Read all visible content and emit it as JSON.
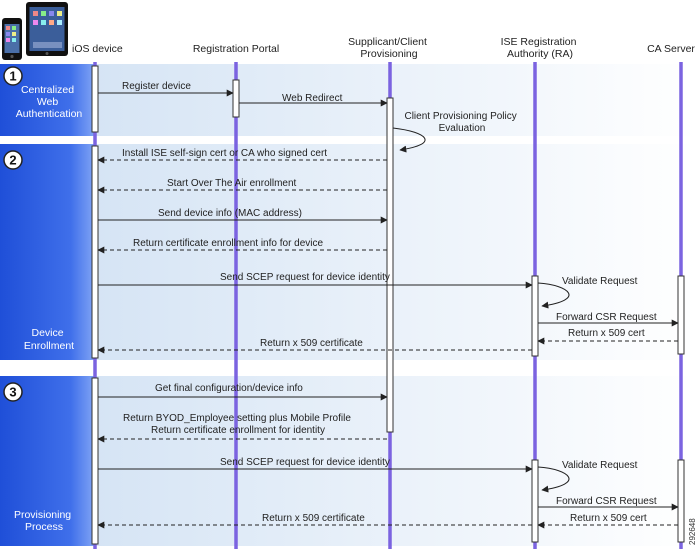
{
  "participants": [
    {
      "id": "ios",
      "label": [
        "iOS device"
      ]
    },
    {
      "id": "portal",
      "label": [
        "Registration Portal"
      ]
    },
    {
      "id": "supp",
      "label": [
        "Supplicant/Client",
        "Provisioning"
      ]
    },
    {
      "id": "ise",
      "label": [
        "ISE Registration",
        "Authority (RA)"
      ]
    },
    {
      "id": "ca",
      "label": [
        "CA Server"
      ]
    }
  ],
  "phases": [
    {
      "number": "1",
      "label": [
        "Centralized",
        "Web",
        "Authentication"
      ]
    },
    {
      "number": "2",
      "label": [
        "Device",
        "Enrollment"
      ]
    },
    {
      "number": "3",
      "label": [
        "Provisioning",
        "Process"
      ]
    }
  ],
  "messages": [
    {
      "id": "m1",
      "text": [
        "Register device"
      ],
      "from": "ios",
      "to": "portal",
      "style": "solid"
    },
    {
      "id": "m2",
      "text": [
        "Web Redirect"
      ],
      "from": "portal",
      "to": "supp",
      "style": "solid"
    },
    {
      "id": "m3",
      "text": [
        "Client Provisioning Policy",
        "Evaluation"
      ],
      "from": "supp",
      "to": "supp",
      "style": "self"
    },
    {
      "id": "m4",
      "text": [
        "Install ISE self-sign cert or CA who signed cert"
      ],
      "from": "supp",
      "to": "ios",
      "style": "dashed"
    },
    {
      "id": "m5",
      "text": [
        "Start Over The Air enrollment"
      ],
      "from": "supp",
      "to": "ios",
      "style": "dashed"
    },
    {
      "id": "m6",
      "text": [
        "Send device info (MAC address)"
      ],
      "from": "ios",
      "to": "supp",
      "style": "solid"
    },
    {
      "id": "m7",
      "text": [
        "Return certificate enrollment info for device"
      ],
      "from": "supp",
      "to": "ios",
      "style": "dashed"
    },
    {
      "id": "m8",
      "text": [
        "Send SCEP request for device identity"
      ],
      "from": "ios",
      "to": "ise",
      "style": "solid"
    },
    {
      "id": "m9",
      "text": [
        "Validate Request"
      ],
      "from": "ise",
      "to": "ise",
      "style": "self"
    },
    {
      "id": "m10",
      "text": [
        "Forward CSR Request"
      ],
      "from": "ise",
      "to": "ca",
      "style": "solid"
    },
    {
      "id": "m11",
      "text": [
        "Return x 509 cert"
      ],
      "from": "ca",
      "to": "ise",
      "style": "dashed"
    },
    {
      "id": "m12",
      "text": [
        "Return x 509 certificate"
      ],
      "from": "ise",
      "to": "ios",
      "style": "dashed"
    },
    {
      "id": "m13",
      "text": [
        "Get final configuration/device info"
      ],
      "from": "ios",
      "to": "supp",
      "style": "solid"
    },
    {
      "id": "m14",
      "text": [
        "Return BYOD_Employee setting plus Mobile Profile",
        "Return certificate enrollment for identity"
      ],
      "from": "supp",
      "to": "ios",
      "style": "dashed"
    },
    {
      "id": "m15",
      "text": [
        "Send SCEP request for device identity"
      ],
      "from": "ios",
      "to": "ise",
      "style": "solid"
    },
    {
      "id": "m16",
      "text": [
        "Validate Request"
      ],
      "from": "ise",
      "to": "ise",
      "style": "self"
    },
    {
      "id": "m17",
      "text": [
        "Forward CSR Request"
      ],
      "from": "ise",
      "to": "ca",
      "style": "solid"
    },
    {
      "id": "m18",
      "text": [
        "Return x 509 cert"
      ],
      "from": "ca",
      "to": "ise",
      "style": "dashed"
    },
    {
      "id": "m19",
      "text": [
        "Return x 509 certificate"
      ],
      "from": "ise",
      "to": "ios",
      "style": "dashed"
    }
  ],
  "figure_id": "292648",
  "colors": {
    "lifeline": "#7b63e0",
    "phase_blue": "#1f4fd8",
    "phase_light": "#5b86f2",
    "band_left": "#cfe0f3",
    "band_right": "#ffffff",
    "text": "#222222"
  }
}
